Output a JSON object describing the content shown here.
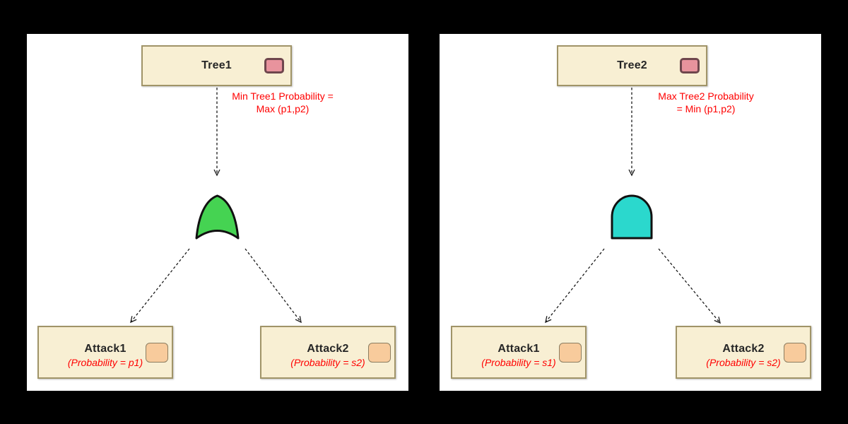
{
  "colors": {
    "background": "#000000",
    "panel_background": "#FFFFFF",
    "node_fill": "#F8EFD3",
    "node_border": "#A09468",
    "label_color": "#262626",
    "annotation_red": "#FF0000",
    "tree_badge_fill": "#E8939D",
    "tree_badge_border": "#6F464D",
    "attack_badge_fill": "#F8CB9C",
    "attack_badge_border": "#8C7D60",
    "edge_color": "#1A1A1A"
  },
  "panels": [
    {
      "name": "tree1-diagram",
      "root": {
        "label": "Tree1"
      },
      "annotation": {
        "line1": "Min Tree1 Probability =",
        "line2": "Max (p1,p2)"
      },
      "gate": {
        "type": "or-gate",
        "color": "#45D352"
      },
      "children": [
        {
          "label": "Attack1",
          "sublabel": "(Probability = p1)"
        },
        {
          "label": "Attack2",
          "sublabel": "(Probability = s2)"
        }
      ]
    },
    {
      "name": "tree2-diagram",
      "root": {
        "label": "Tree2"
      },
      "annotation": {
        "line1": "Max Tree2 Probability",
        "line2": "= Min (p1,p2)"
      },
      "gate": {
        "type": "and-gate",
        "color": "#2BD8CD"
      },
      "children": [
        {
          "label": "Attack1",
          "sublabel": "(Probability = s1)"
        },
        {
          "label": "Attack2",
          "sublabel": "(Probability = s2)"
        }
      ]
    }
  ]
}
